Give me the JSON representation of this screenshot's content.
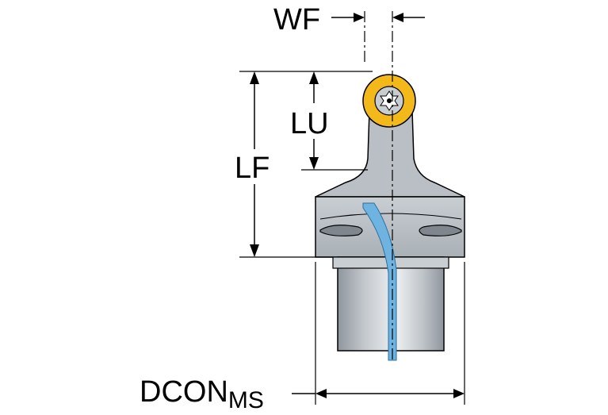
{
  "labels": {
    "wf": "WF",
    "lu": "LU",
    "lf": "LF",
    "dcon_main": "DCON",
    "dcon_sub": "MS"
  },
  "colors": {
    "body_light": "#d4d8dc",
    "body_mid": "#b7bdc3",
    "body_dark": "#8e959c",
    "insert_yellow": "#f3b81a",
    "insert_center": "#c8cdd2",
    "coolant_blue": "#6fb3e0",
    "outline": "#000000"
  },
  "icons": {
    "screw": "torx-screw-icon"
  }
}
